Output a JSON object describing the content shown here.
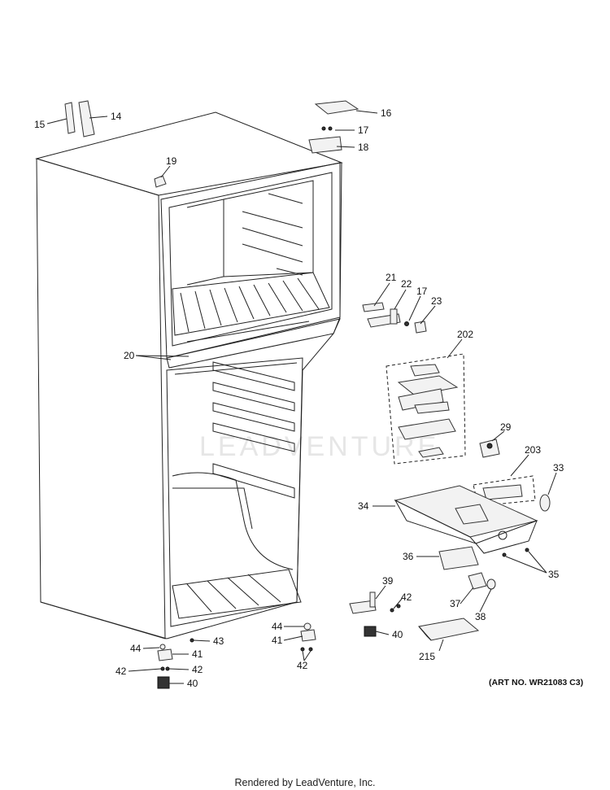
{
  "diagram": {
    "art_number": "(ART NO. WR21083 C3)",
    "footer": "Rendered by LeadVenture, Inc.",
    "watermark": "LEADVENTURE",
    "callouts": [
      {
        "id": "15",
        "text": "15"
      },
      {
        "id": "14",
        "text": "14"
      },
      {
        "id": "16",
        "text": "16"
      },
      {
        "id": "17a",
        "text": "17"
      },
      {
        "id": "18",
        "text": "18"
      },
      {
        "id": "19",
        "text": "19"
      },
      {
        "id": "21",
        "text": "21"
      },
      {
        "id": "22",
        "text": "22"
      },
      {
        "id": "17b",
        "text": "17"
      },
      {
        "id": "23",
        "text": "23"
      },
      {
        "id": "20",
        "text": "20"
      },
      {
        "id": "202",
        "text": "202"
      },
      {
        "id": "29",
        "text": "29"
      },
      {
        "id": "203",
        "text": "203"
      },
      {
        "id": "33",
        "text": "33"
      },
      {
        "id": "34",
        "text": "34"
      },
      {
        "id": "36",
        "text": "36"
      },
      {
        "id": "35",
        "text": "35"
      },
      {
        "id": "39",
        "text": "39"
      },
      {
        "id": "42a",
        "text": "42"
      },
      {
        "id": "37",
        "text": "37"
      },
      {
        "id": "38",
        "text": "38"
      },
      {
        "id": "44a",
        "text": "44"
      },
      {
        "id": "41a",
        "text": "41"
      },
      {
        "id": "40a",
        "text": "40"
      },
      {
        "id": "42b",
        "text": "42"
      },
      {
        "id": "215",
        "text": "215"
      },
      {
        "id": "43",
        "text": "43"
      },
      {
        "id": "44b",
        "text": "44"
      },
      {
        "id": "41b",
        "text": "41"
      },
      {
        "id": "42c",
        "text": "42"
      },
      {
        "id": "42d",
        "text": "42"
      },
      {
        "id": "40b",
        "text": "40"
      }
    ]
  }
}
